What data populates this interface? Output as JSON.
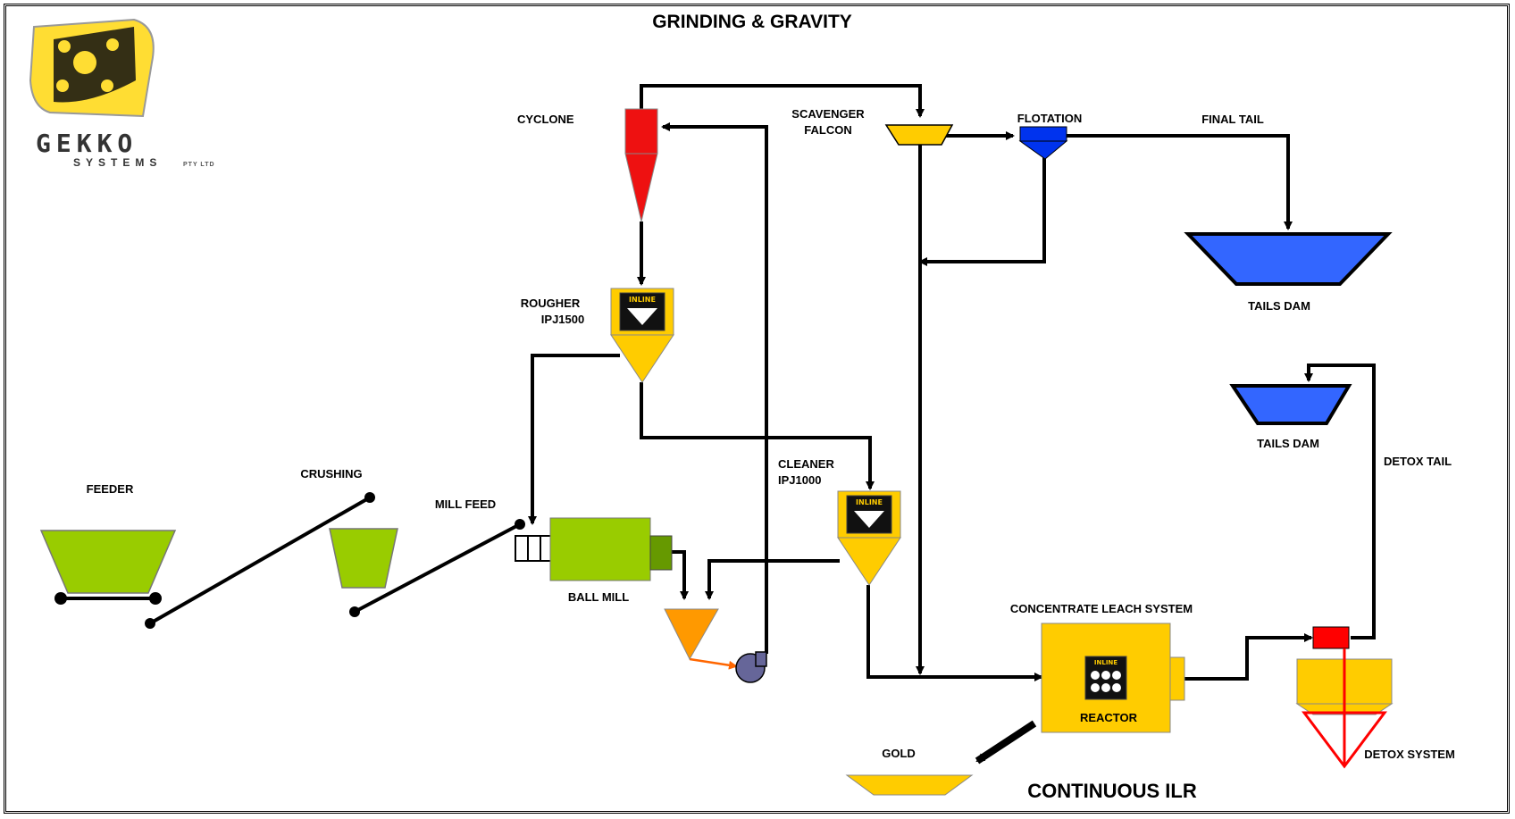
{
  "title": "GRINDING & GRAVITY",
  "subtitle": "CONTINUOUS ILR",
  "logo": {
    "brand": "GEKKO",
    "line2": "SYSTEMS",
    "suffix": "PTY LTD"
  },
  "labels": {
    "cyclone": "CYCLONE",
    "scavenger_falcon_1": "SCAVENGER",
    "scavenger_falcon_2": "FALCON",
    "flotation": "FLOTATION",
    "final_tail": "FINAL TAIL",
    "tails_dam_top": "TAILS DAM",
    "rougher_1": "ROUGHER",
    "rougher_2": "IPJ1500",
    "cleaner_1": "CLEANER",
    "cleaner_2": "IPJ1000",
    "feeder": "FEEDER",
    "crushing": "CRUSHING",
    "mill_feed": "MILL FEED",
    "ball_mill": "BALL MILL",
    "tails_dam_right": "TAILS DAM",
    "detox_tail": "DETOX TAIL",
    "concentrate_leach": "CONCENTRATE LEACH SYSTEM",
    "reactor": "REACTOR",
    "gold": "GOLD",
    "detox_system": "DETOX SYSTEM",
    "inline_badge": "INLINE"
  },
  "colors": {
    "cyclone": "#ee1111",
    "yellow": "#ffcc00",
    "green": "#99cc00",
    "blue": "#3366ff",
    "flotation": "#0033ee",
    "orange": "#ff9900",
    "pump": "#666699",
    "red": "#ff0000"
  }
}
